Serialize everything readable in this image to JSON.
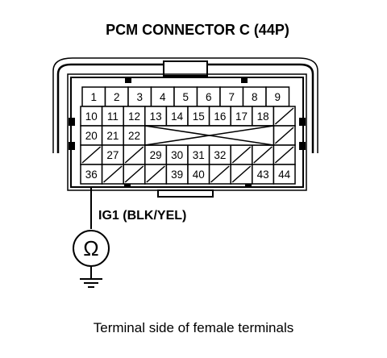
{
  "title": "PCM CONNECTOR C (44P)",
  "wire_label": "IG1 (BLK/YEL)",
  "caption": "Terminal side of female terminals",
  "meter_symbol": "Ω",
  "probe_pin": "36",
  "rows": [
    [
      "1",
      "2",
      "3",
      "4",
      "5",
      "6",
      "7",
      "8",
      "9"
    ],
    [
      "10",
      "11",
      "12",
      "13",
      "14",
      "15",
      "16",
      "17",
      "18",
      ""
    ],
    [
      "20",
      "21",
      "22",
      "",
      "",
      "",
      "",
      "",
      "",
      ""
    ],
    [
      "",
      "27",
      "",
      "29",
      "30",
      "31",
      "32",
      "",
      "",
      ""
    ],
    [
      "36",
      "",
      "",
      "",
      "39",
      "40",
      "",
      "",
      "43",
      "44"
    ]
  ]
}
